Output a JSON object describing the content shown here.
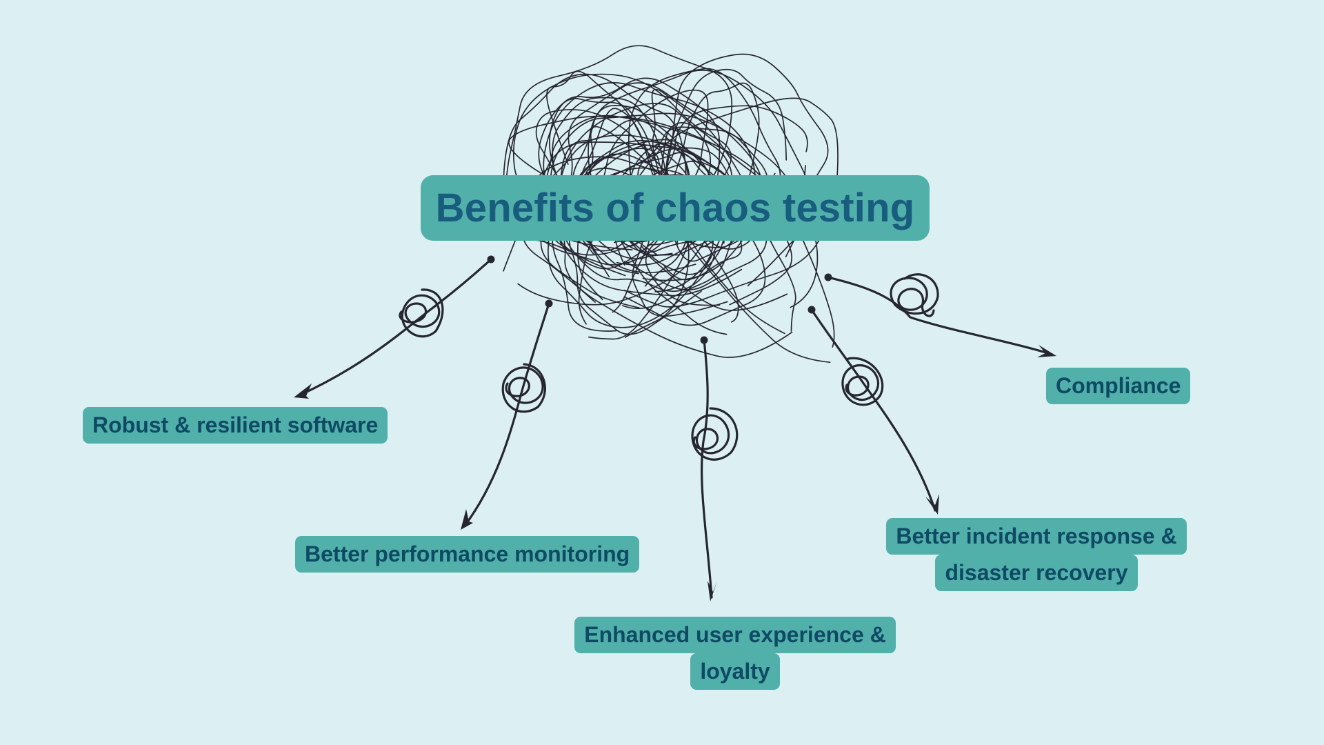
{
  "title": "Benefits of chaos testing",
  "benefits": {
    "robust": {
      "lines": [
        "Robust & resilient software"
      ]
    },
    "performance": {
      "lines": [
        "Better performance monitoring"
      ]
    },
    "ux": {
      "lines": [
        "Enhanced user experience &",
        "loyalty"
      ]
    },
    "incident": {
      "lines": [
        "Better incident response &",
        "disaster recovery"
      ]
    },
    "compliance": {
      "lines": [
        "Compliance"
      ]
    }
  },
  "colors": {
    "background": "#dcf0f4",
    "box": "#51b0aa",
    "title_text": "#185c7e",
    "label_text": "#0f4a64",
    "ink": "#26262e"
  }
}
